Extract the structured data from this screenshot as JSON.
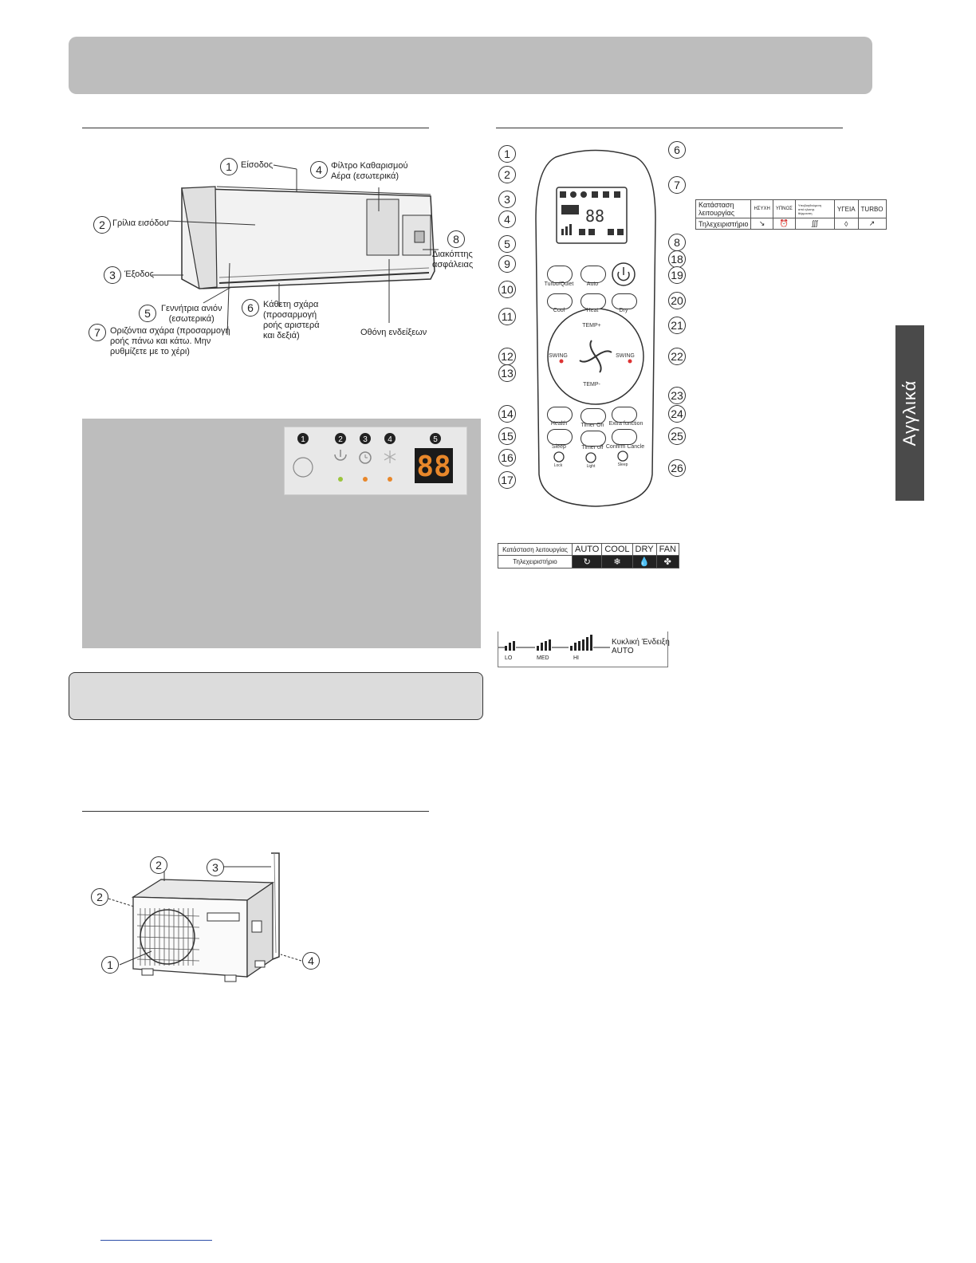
{
  "side_tab": "Αγγλικά",
  "indoor_unit": {
    "labels": [
      {
        "n": "1",
        "text": "Είσοδος"
      },
      {
        "n": "4",
        "text": "Φίλτρο Καθαρισμού\nΑέρα (εσωτερικά)"
      },
      {
        "n": "2",
        "text": "Γρίλια εισόδου"
      },
      {
        "n": "8",
        "text": "Διακόπτης\nασφάλειας"
      },
      {
        "n": "3",
        "text": "Έξοδος"
      },
      {
        "n": "5",
        "text": "Γεννήτρια ανιόν\n(εσωτερικά)"
      },
      {
        "n": "6",
        "text": "Κάθετη σχάρα\n(προσαρμογή\nροής αριστερά\nκαι δεξιά)"
      },
      {
        "n": "7",
        "text": "Οριζόντια σχάρα (προσαρμογή\nροής πάνω και κάτω. Μην\nρυθμίζετε με το χέρι)"
      }
    ],
    "display_label": "Οθόνη ενδείξεων"
  },
  "display_panel": {
    "numbers": [
      "1",
      "2",
      "3",
      "4",
      "5"
    ],
    "segment_text": "88",
    "led_colors": [
      "#9bc53d",
      "#e8872a",
      "#e8872a"
    ]
  },
  "remote": {
    "callouts_left": [
      "1",
      "2",
      "3",
      "4",
      "5",
      "9",
      "10",
      "11",
      "12",
      "13",
      "14",
      "15",
      "16",
      "17"
    ],
    "callouts_right": [
      "6",
      "7",
      "8",
      "18",
      "19",
      "20",
      "21",
      "22",
      "23",
      "24",
      "25",
      "26"
    ],
    "buttons": {
      "turbo": "Turbo/Quiet",
      "auto": "Auto",
      "cool": "Cool",
      "heat": "Heat",
      "dry": "Dry",
      "temp_plus": "TEMP+",
      "temp_minus": "TEMP-",
      "swing_left": "SWING",
      "swing_right": "SWING",
      "health": "Health",
      "timer_on": "Timer On",
      "extra": "Extra function",
      "sleep": "Sleep",
      "timer_off": "Timer off",
      "confirm": "Confirm Cancle",
      "lock": "Lock",
      "light": "Light",
      "sleep_sub": "Sleep"
    }
  },
  "mode_table_top": {
    "row1": [
      "Κατάσταση\nλειτουργίας",
      "ΗΣΥΧΗ",
      "ΥΠΝΟΣ",
      "Υποβοηθούμενη\nαπό ηλεκτρ.\nθέρμανση",
      "ΥΓΕΙΑ",
      "TURBO"
    ],
    "row2_label": "Τηλεχειριστήριο",
    "icons": [
      "quiet-icon",
      "sleep-icon",
      "heater-icon",
      "health-icon",
      "turbo-icon"
    ]
  },
  "mode_table_bottom": {
    "row1": [
      "Κατάσταση λειτουργίας",
      "AUTO",
      "COOL",
      "DRY",
      "FAN"
    ],
    "row2_label": "Τηλεχειριστήριο",
    "icons": [
      "auto-icon",
      "cool-icon",
      "dry-icon",
      "fan-icon"
    ]
  },
  "fan_speed": {
    "steps": [
      "LO",
      "MED",
      "HI"
    ],
    "cycle": "Κυκλική Ένδειξη",
    "auto": "AUTO"
  },
  "outdoor_unit": {
    "callouts": [
      "2",
      "2",
      "3",
      "1",
      "4"
    ]
  }
}
